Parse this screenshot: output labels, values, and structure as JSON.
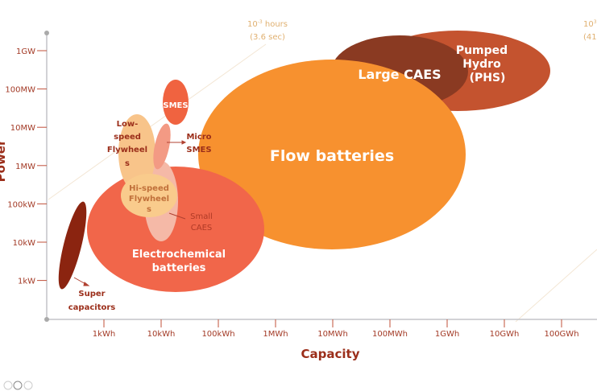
{
  "chart_data": {
    "type": "bubble-regions",
    "xlabel": "Capacity",
    "ylabel": "Power",
    "x_ticks": [
      "1kWh",
      "10kWh",
      "100kWh",
      "1MWh",
      "10MWh",
      "100MWh",
      "1GWh",
      "10GWh",
      "100GWh"
    ],
    "y_ticks": [
      "1GW",
      "100MW",
      "10MW",
      "1MW",
      "100kW",
      "10kW",
      "1kW"
    ],
    "duration_lines": [
      {
        "exp": "10",
        "sup": "-3",
        "unit": " hours",
        "sub": "(3.6 sec)"
      },
      {
        "exp": "10",
        "sup": "3",
        "unit": "",
        "sub": "(41"
      }
    ],
    "regions": [
      {
        "id": "phs",
        "label_lines": [
          "Pumped",
          "Hydro",
          "(PHS)"
        ],
        "color": "#c4532f"
      },
      {
        "id": "caes",
        "label_lines": [
          "Large CAES"
        ],
        "color": "#8a3a22"
      },
      {
        "id": "flow",
        "label_lines": [
          "Flow batteries"
        ],
        "color": "#f7912f"
      },
      {
        "id": "echem",
        "label_lines": [
          "Electrochemical",
          "batteries"
        ],
        "color": "#f1664a"
      },
      {
        "id": "smallcaes",
        "label_lines": [
          "Small",
          "CAES"
        ],
        "color": "#f5b9a7"
      },
      {
        "id": "hsfly",
        "label_lines": [
          "Hi-speed",
          "Flywheel",
          "s"
        ],
        "color": "#f9cb8c"
      },
      {
        "id": "lsfly",
        "label_lines": [
          "Low-",
          "speed",
          "Flywheel",
          "s"
        ],
        "color": "#f8c48a"
      },
      {
        "id": "microsmes",
        "label_lines": [
          "Micro",
          "SMES"
        ],
        "color": "#f39a84"
      },
      {
        "id": "smes",
        "label_lines": [
          "SMES"
        ],
        "color": "#f06340"
      },
      {
        "id": "supercap",
        "label_lines": [
          "Super",
          "capacitors"
        ],
        "color": "#8b2410"
      }
    ]
  }
}
